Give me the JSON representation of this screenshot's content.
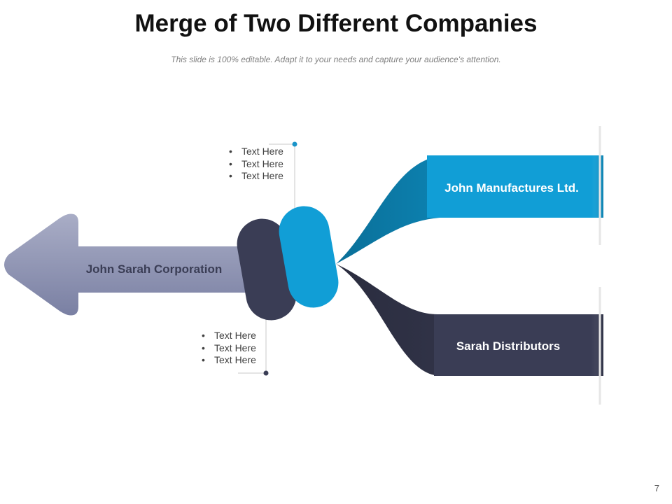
{
  "slide": {
    "title": "Merge of Two Different Companies",
    "subtitle": "This slide is 100% editable. Adapt it to your needs and capture your audience's attention.",
    "page_number": "7"
  },
  "diagram": {
    "merged_company": {
      "label": "John Sarah Corporation"
    },
    "company_top": {
      "label": "John Manufactures Ltd."
    },
    "company_bottom": {
      "label": "Sarah Distributors"
    },
    "bullets_top": [
      "Text Here",
      "Text Here",
      "Text Here"
    ],
    "bullets_bottom": [
      "Text Here",
      "Text Here",
      "Text Here"
    ]
  },
  "colors": {
    "arrow_light": "#a9adc6",
    "arrow_dark": "#7a80a3",
    "blue": "#119ed6",
    "blue_dark": "#0a6f98",
    "navy": "#3a3d55",
    "navy_dark": "#2a2c3e",
    "connector_top": "#1a94c9",
    "connector_bottom": "#3a3d55"
  }
}
